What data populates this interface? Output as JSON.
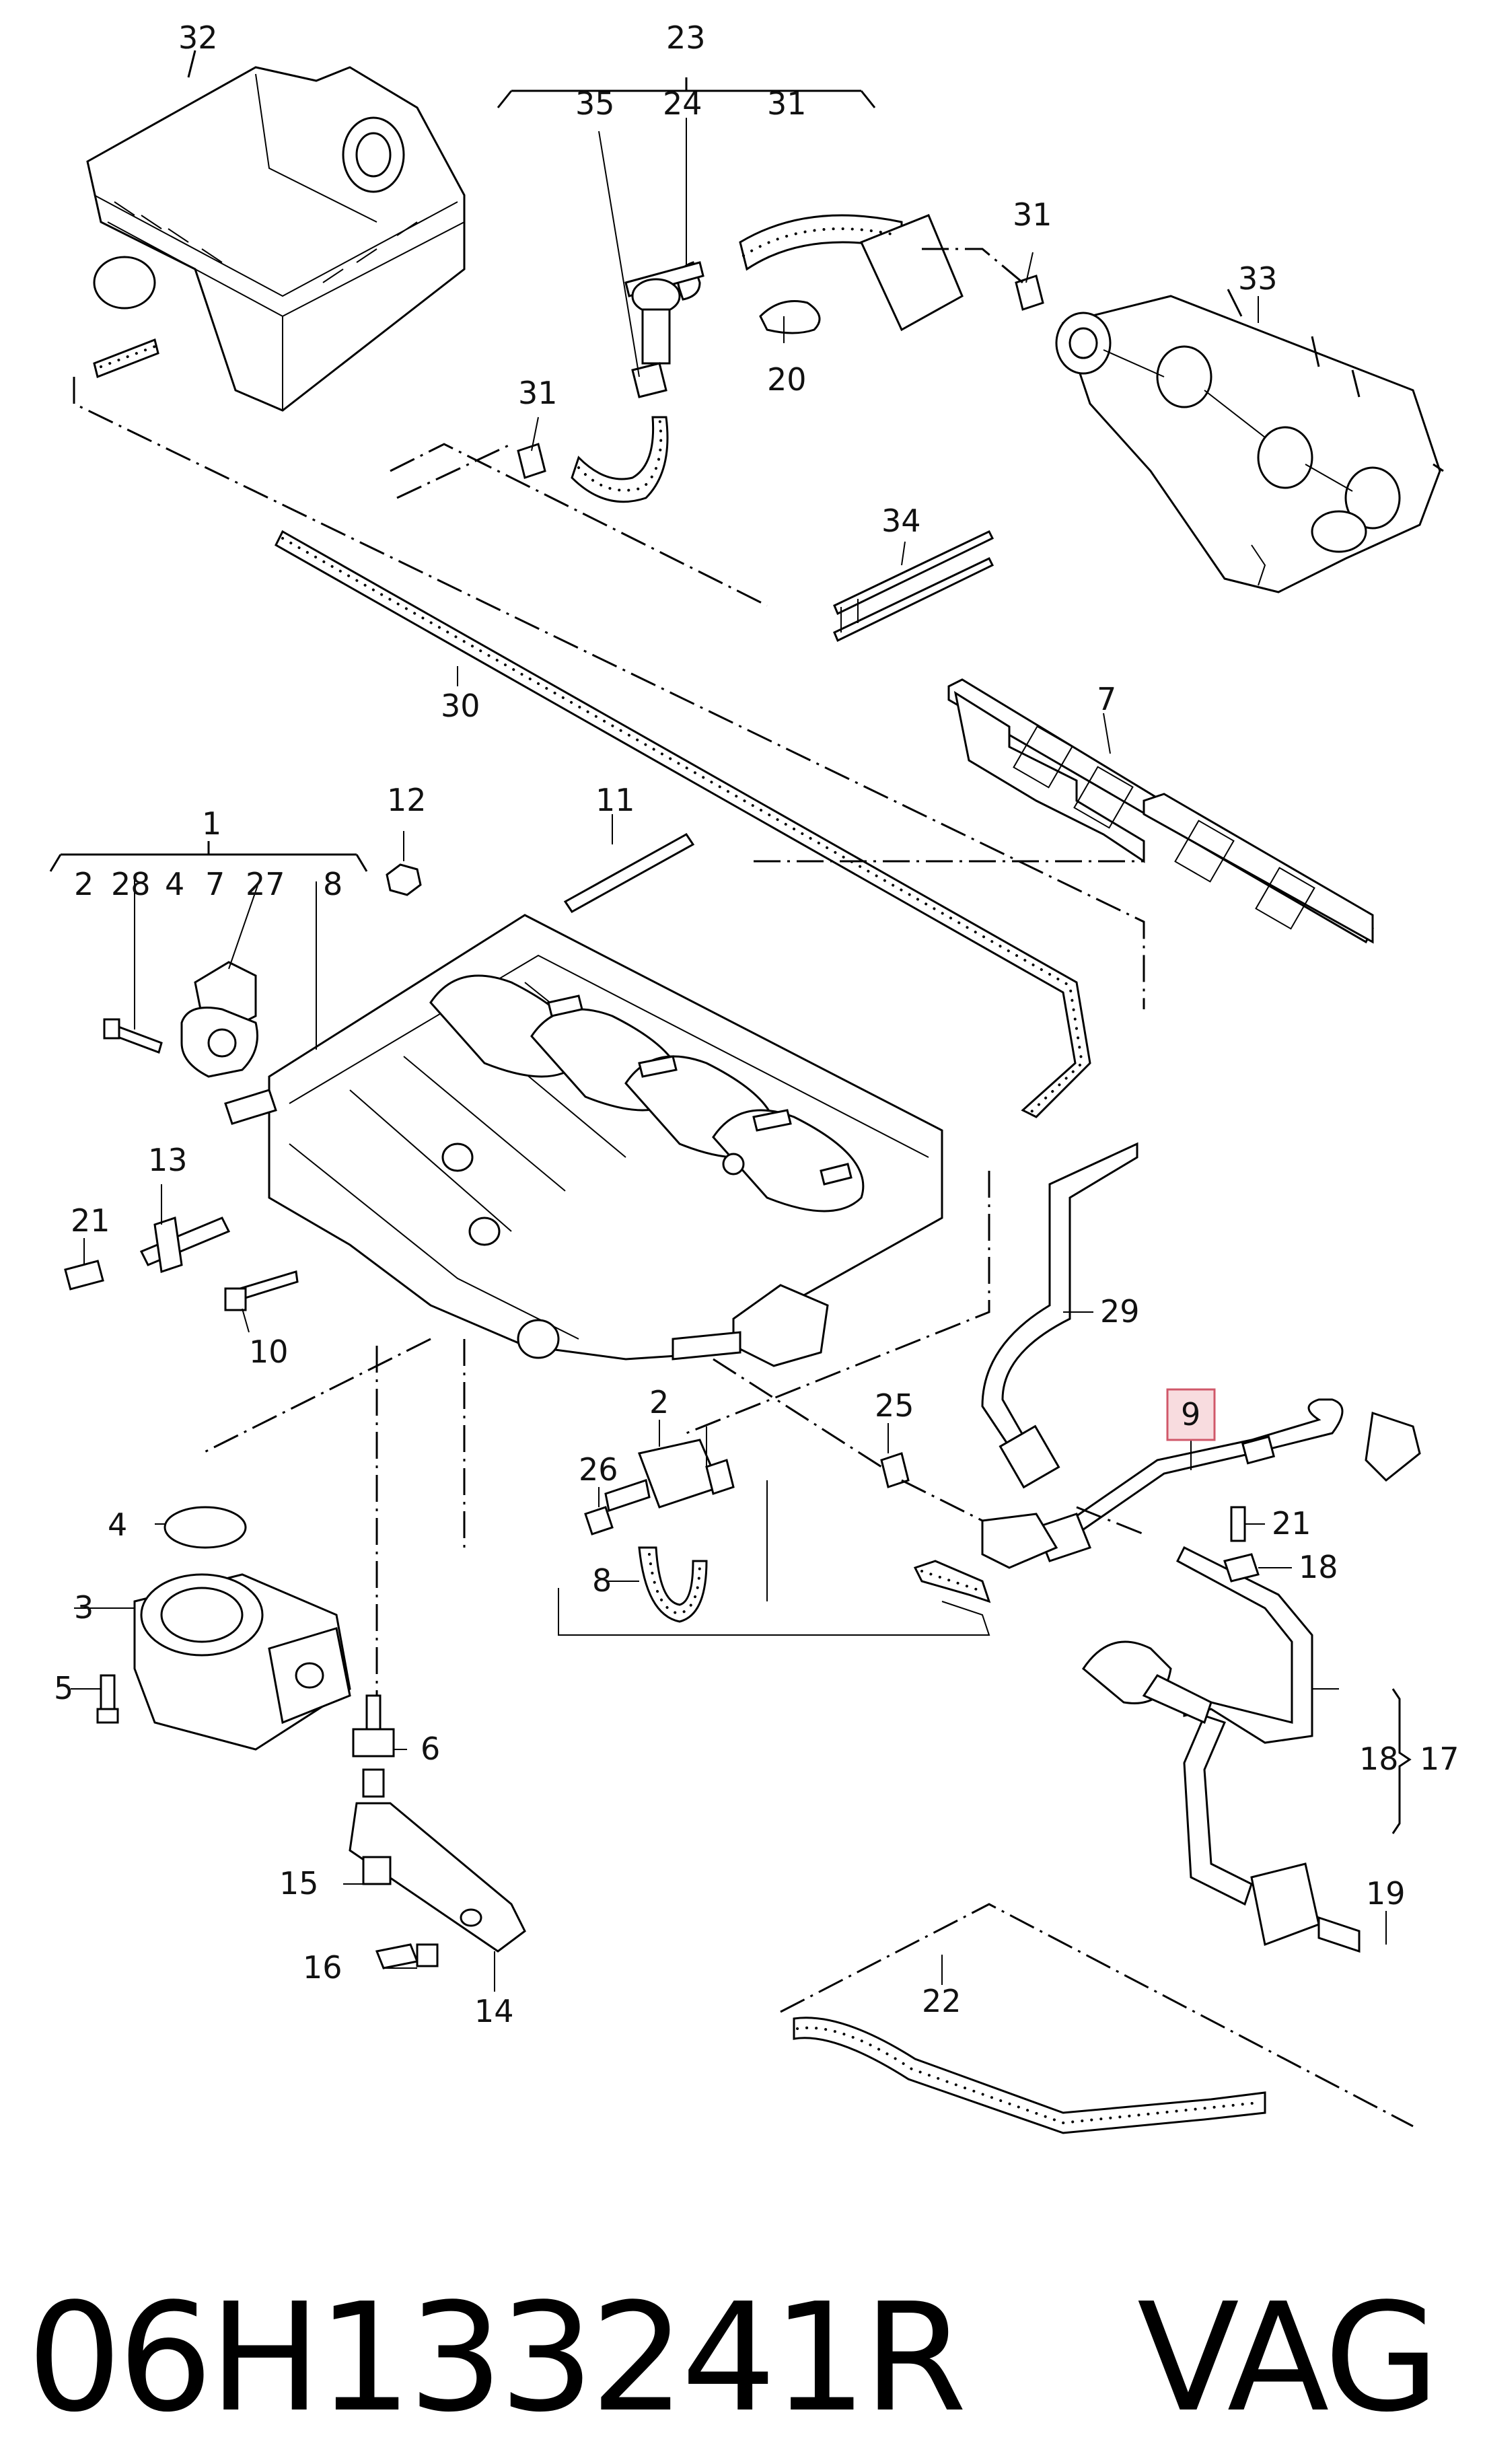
{
  "diagram": {
    "labels": {
      "p1": "1",
      "p2a": "2",
      "p28": "28",
      "p4a": "4",
      "p7a": "7",
      "p27": "27",
      "p8a": "8",
      "p7b": "7",
      "p11": "11",
      "p12": "12",
      "p13": "13",
      "p21a": "21",
      "p10": "10",
      "p23": "23",
      "p35": "35",
      "p24": "24",
      "p31a": "31",
      "p31b": "31",
      "p31c": "31",
      "p20": "20",
      "p32": "32",
      "p33": "33",
      "p34": "34",
      "p30": "30",
      "p29": "29",
      "p9": "9",
      "p2b": "2",
      "p25": "25",
      "p26": "26",
      "p8b": "8",
      "p21b": "21",
      "p18a": "18",
      "p17": "17",
      "p18b": "18",
      "p19": "19",
      "p22": "22",
      "p4b": "4",
      "p3": "3",
      "p5": "5",
      "p6": "6",
      "p15": "15",
      "p16": "16",
      "p14": "14"
    }
  },
  "footer": {
    "part_number": "06H133241R",
    "brand": "VAG"
  },
  "colors": {
    "highlight_fill": "#f8dcdf",
    "highlight_border": "#d0586a"
  }
}
